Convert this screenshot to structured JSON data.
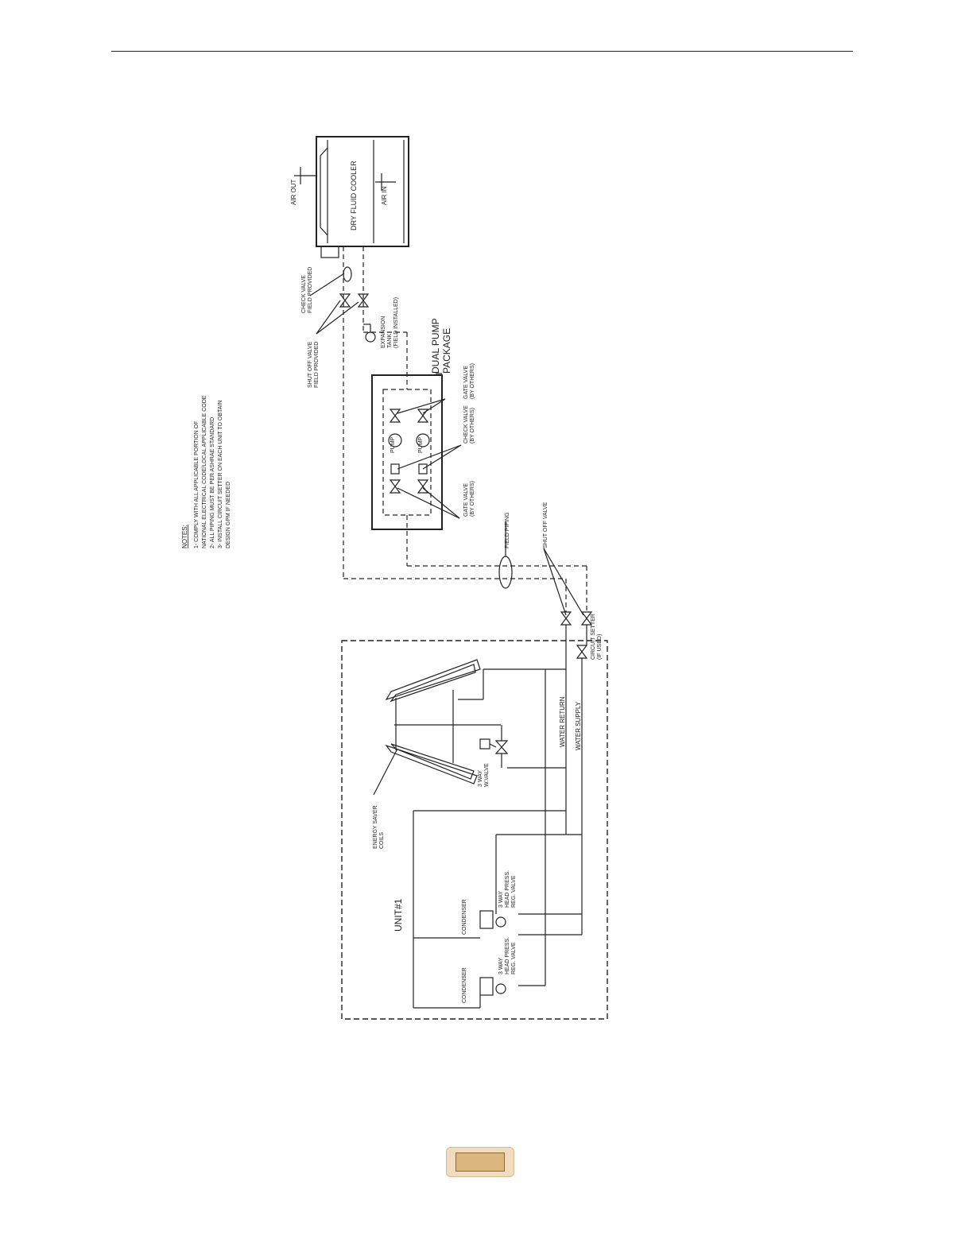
{
  "notes": {
    "heading": "NOTES:",
    "lines": [
      "1-  COMPLY WITH ALL APPLICABLE PORTION OF",
      "      NATIONAL ELECTRICAL CODE/LOCAL APPLICABLE CODE",
      "2-  ALL PIPING MUST BE PER ASHRAE STANDARD",
      "3-  INSTALL CIRCUIT SETTER ON EACH UNIT TO OBTAIN",
      "      DESIGN GPM IF NEEDED"
    ]
  },
  "dry_cooler": {
    "name": "DRY FLUID COOLER",
    "air_out": "AIR OUT",
    "air_in": "AIR IN"
  },
  "field_labels": {
    "check_valve_field": [
      "CHECK VALVE",
      "FIELD PROVIDED"
    ],
    "shut_off_valve_field": [
      "SHUT OFF VALVE",
      "FIELD PROVIDED"
    ],
    "expansion_tank": [
      "EXPANSION",
      "TANK",
      "(FIELD INSTALLED)"
    ],
    "dual_pump": [
      "DUAL PUMP",
      "PACKAGE"
    ],
    "gate_valve_top": [
      "GATE VALVE",
      "(BY OTHERS)"
    ],
    "check_valve_others": [
      "CHECK VALVE",
      "(BY OTHERS)"
    ],
    "gate_valve_bottom": [
      "GATE VALVE",
      "(BY OTHERS)"
    ],
    "pump": "PUMP",
    "field_piping": "FIELD PIPING",
    "shut_off_valve": "SHUT OFF VALVE",
    "circuit_setter": [
      "CIRCUIT SETTER",
      "(IF USED)"
    ]
  },
  "unit": {
    "name": "UNIT#1",
    "energy_saver": [
      "ENERGY SAVER",
      "COILS"
    ],
    "three_way_valve": [
      "3 WAY",
      "W.VALVE"
    ],
    "water_return": "WATER RETURN",
    "water_supply": "WATER SUPPLY",
    "hp_valve": [
      "3 WAY",
      "HEAD PRESS.",
      "REG. VALVE"
    ],
    "condenser": "CONDENSER"
  },
  "page_badge": ""
}
